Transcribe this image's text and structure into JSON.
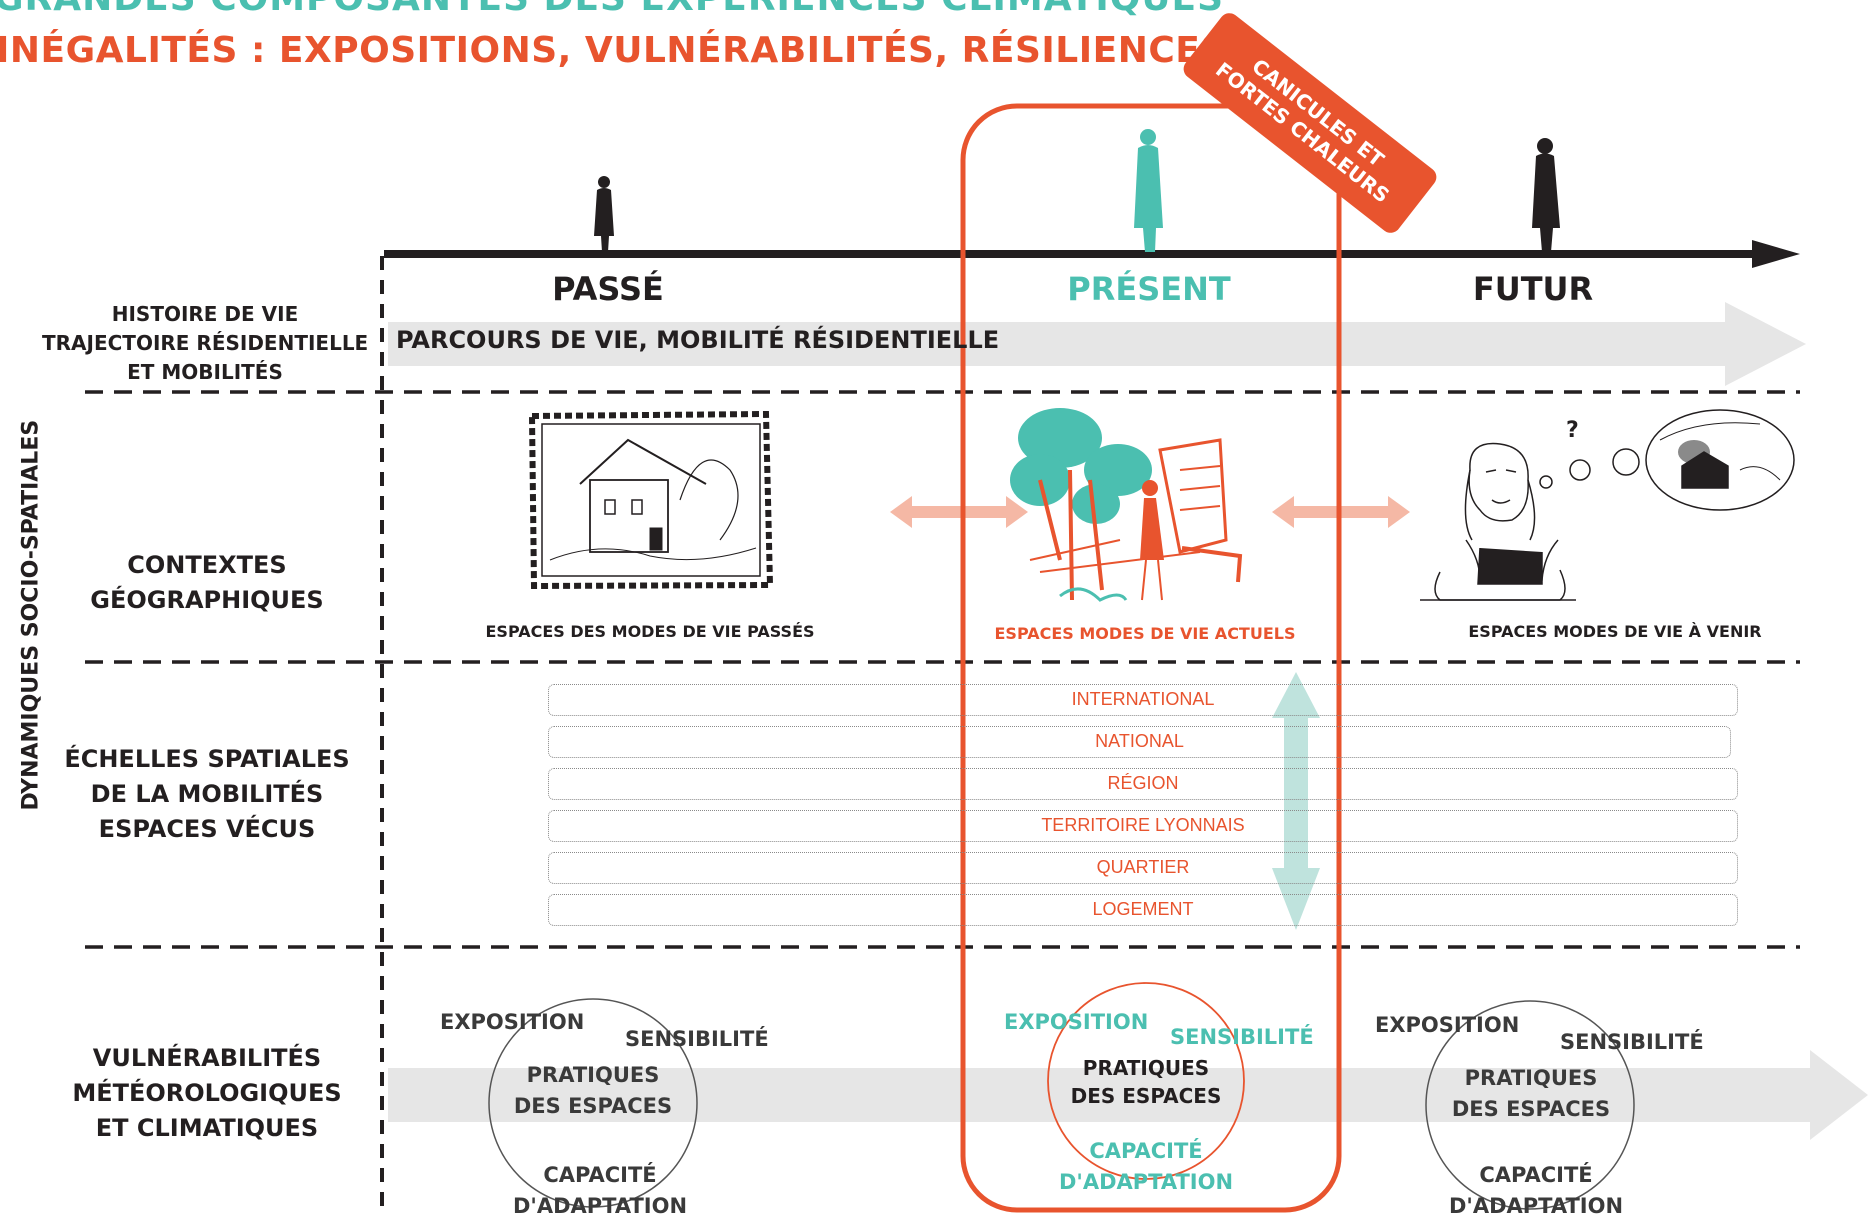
{
  "title": {
    "line1": "Grandes composantes des expériences climatiques",
    "line2": "Inégalités : expositions, vulnérabilités, résiliences"
  },
  "badge": {
    "line1": "Canicules et",
    "line2": "fortes chaleurs"
  },
  "side_label": "Dynamiques socio-spatiales",
  "timeline": {
    "past": "Passé",
    "present": "Présent",
    "future": "Futur"
  },
  "rows": {
    "history": {
      "label": [
        "Histoire de vie",
        "trajectoire résidentielle",
        "et mobilités"
      ],
      "band": "Parcours de vie, mobilité résidentielle"
    },
    "contexts": {
      "label": [
        "Contextes",
        "géographiques"
      ],
      "past_caption": "Espaces des modes de vie passés",
      "present_caption": "Espaces modes de vie actuels",
      "future_caption": "Espaces modes de vie à venir",
      "question_mark": "?"
    },
    "scales": {
      "label": [
        "Échelles spatiales",
        "de la mobilités",
        "espaces vécus"
      ],
      "levels": [
        "International",
        "National",
        "Région",
        "Territoire lyonnais",
        "Quartier",
        "Logement"
      ]
    },
    "vulnerabilities": {
      "label": [
        "Vulnérabilités",
        "météorologiques",
        "et climatiques"
      ],
      "exposition": "Exposition",
      "sensibilite": "Sensibilité",
      "pratiques": [
        "Pratiques",
        "des espaces"
      ],
      "capacite": [
        "Capacité",
        "d'adaptation"
      ]
    }
  },
  "colors": {
    "orange": "#e8542e",
    "teal": "#4bbfb0",
    "dark": "#231f20",
    "grey_band": "#e6e6e6",
    "salmon": "#f5b8a5"
  },
  "icons": [
    "person-silhouette-icon",
    "timeline-arrow-icon",
    "double-arrow-icon",
    "house-sketch-icon",
    "woman-thinking-icon",
    "thought-bubble-icon",
    "vertical-double-arrow-icon"
  ]
}
